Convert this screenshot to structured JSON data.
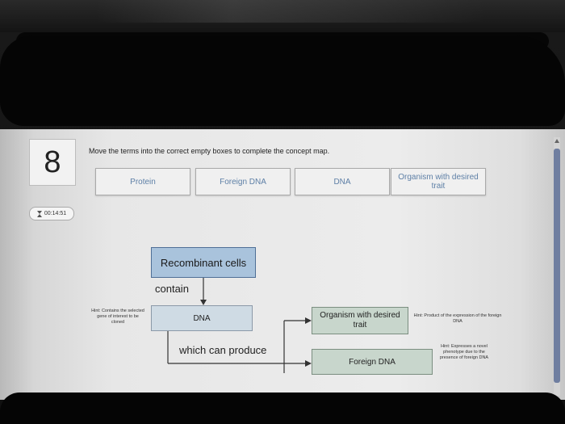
{
  "question": {
    "number": "8",
    "timer": "00:14:51",
    "instruction": "Move the terms into the correct empty boxes to complete the concept map."
  },
  "terms": [
    {
      "label": "Protein"
    },
    {
      "label": "Foreign DNA"
    },
    {
      "label": "DNA"
    },
    {
      "label": "Organism with desired trait"
    }
  ],
  "concept_map": {
    "root": "Recombinant cells",
    "link_contain": "contain",
    "dna_box": "DNA",
    "link_produce": "which can produce",
    "organism_box": "Organism with desired trait",
    "foreign_box": "Foreign DNA",
    "hints": [
      "Hint: Contains the selected gene of interest to be cloned",
      "Hint: Product of the expression of the foreign DNA",
      "Hint: Expresses a novel phenotype due to the presence of foreign DNA"
    ]
  },
  "colors": {
    "term_text": "#5d7fa6",
    "root_fill": "#a9c3dc",
    "filled_box": "#c8d6cc",
    "arrow": "#333333"
  }
}
